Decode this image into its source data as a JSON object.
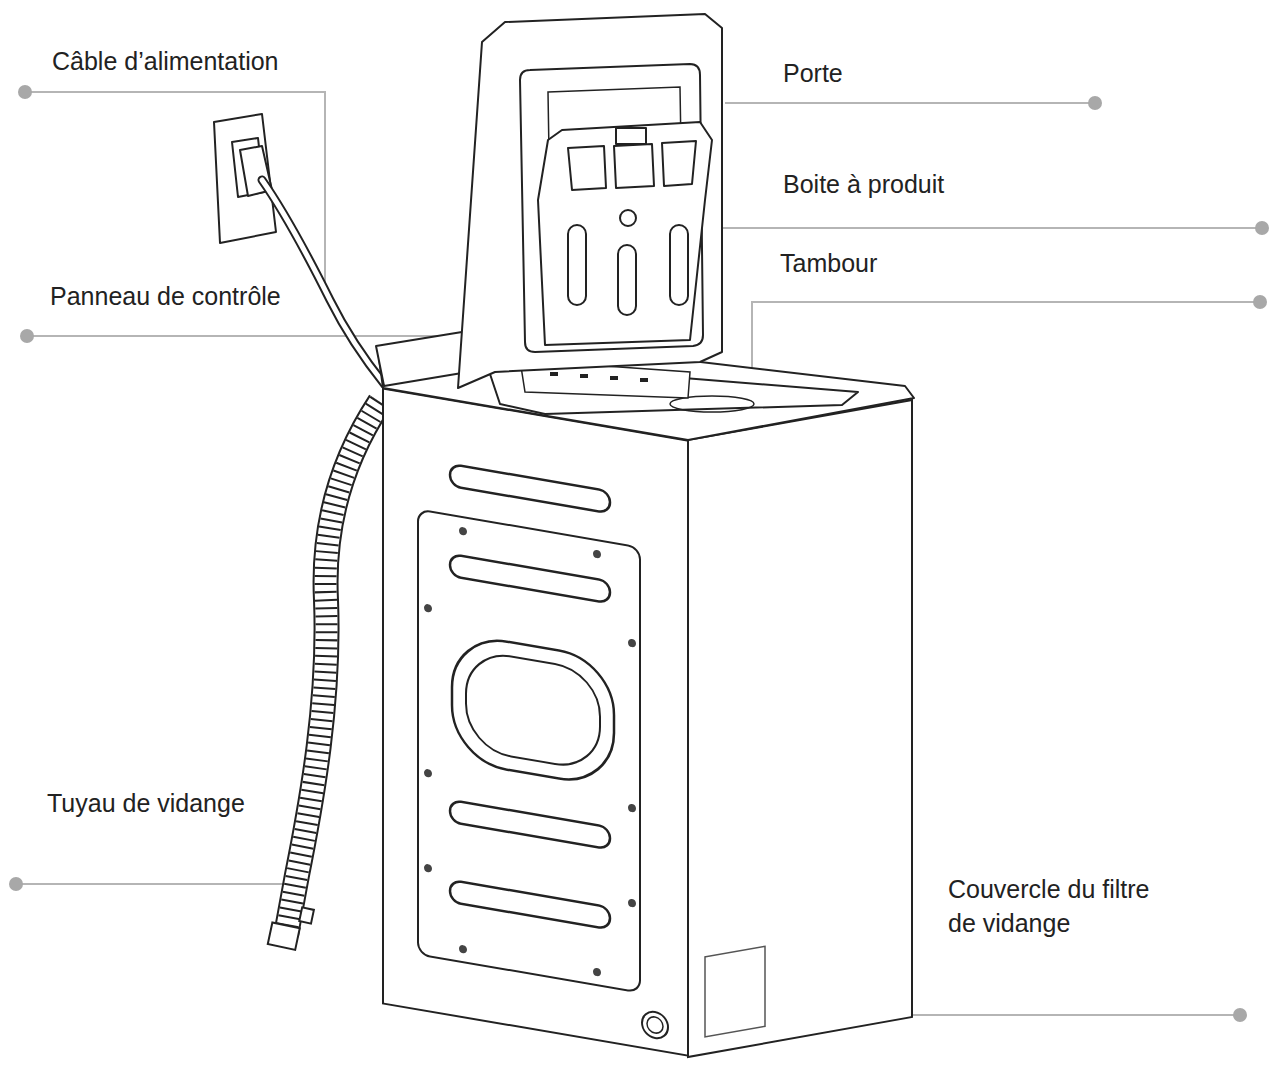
{
  "diagram": {
    "labels": [
      "Câble d’alimentation",
      "Porte",
      "Boite à produit",
      "Tambour",
      "Panneau de contrôle",
      "Tuyau de vidange",
      "Couvercle du filtre de vidange"
    ]
  }
}
